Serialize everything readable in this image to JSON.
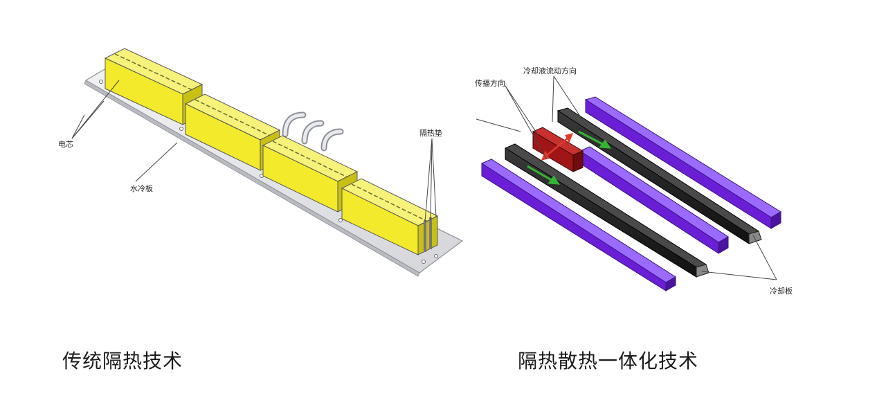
{
  "left": {
    "caption": "传统隔热技术",
    "labels": {
      "cell": "电芯",
      "water_plate": "水冷板",
      "insulation_pad": "隔热垫"
    }
  },
  "right": {
    "caption": "隔热散热一体化技术",
    "labels": {
      "coolant_flow": "冷却液流动方向",
      "propagation": "传播方向",
      "cooling_plate": "冷却板"
    }
  },
  "colors": {
    "cell_yellow": "#f2ea2a",
    "cell_purple": "#6a1fd6",
    "plate_black": "#1b1b1b",
    "hot_red": "#a01616",
    "arrow_green": "#33b533",
    "arrow_red": "#e03a2a"
  }
}
